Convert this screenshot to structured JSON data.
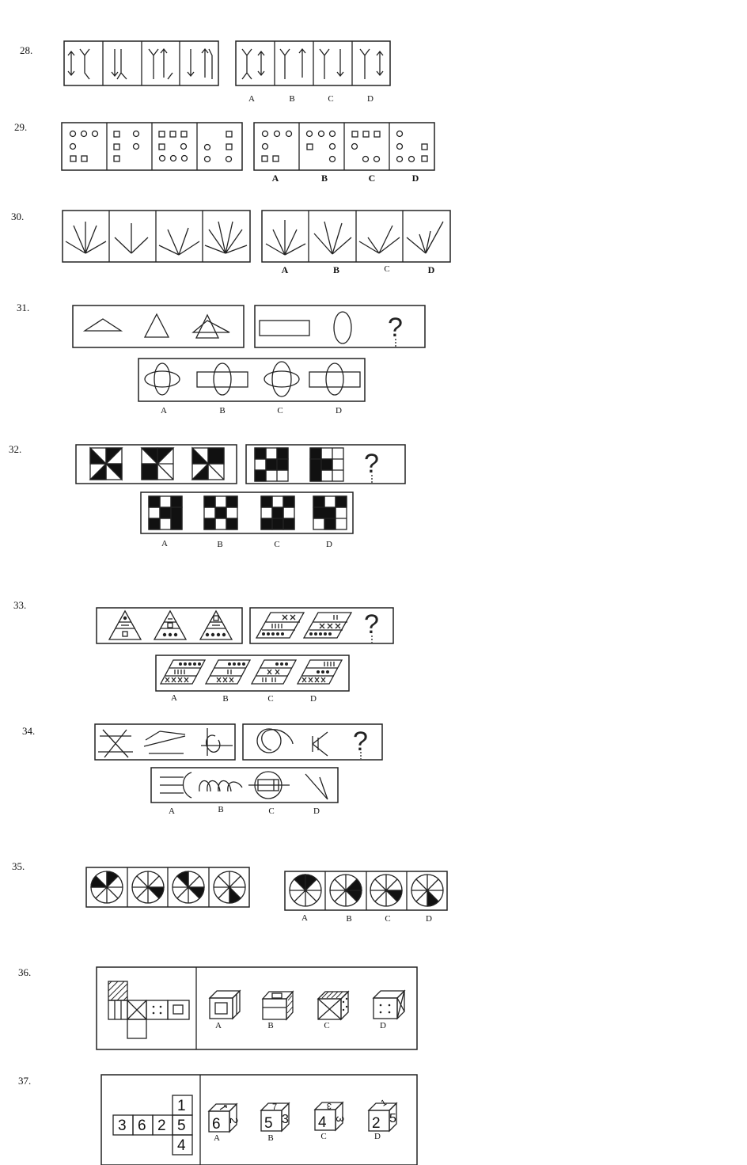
{
  "questions": [
    {
      "number": "28.",
      "options": [
        "A",
        "B",
        "C",
        "D"
      ]
    },
    {
      "number": "29.",
      "options": [
        "A",
        "B",
        "C",
        "D"
      ]
    },
    {
      "number": "30.",
      "options": [
        "A",
        "B",
        "C",
        "D"
      ]
    },
    {
      "number": "31.",
      "options": [
        "A",
        "B",
        "C",
        "D"
      ],
      "unknown": "?"
    },
    {
      "number": "32.",
      "options": [
        "A",
        "B",
        "C",
        "D"
      ],
      "unknown": "?"
    },
    {
      "number": "33.",
      "options": [
        "A",
        "B",
        "C",
        "D"
      ],
      "unknown": "?"
    },
    {
      "number": "34.",
      "options": [
        "A",
        "B",
        "C",
        "D"
      ],
      "unknown": "?"
    },
    {
      "number": "35.",
      "options": [
        "A",
        "B",
        "C",
        "D"
      ]
    },
    {
      "number": "36.",
      "options": [
        "A",
        "B",
        "C",
        "D"
      ]
    },
    {
      "number": "37.",
      "options": [
        "A",
        "B",
        "C",
        "D"
      ],
      "net_faces": [
        "3",
        "6",
        "2",
        "5",
        "1",
        "4"
      ],
      "cube_faces": [
        [
          "6",
          "2"
        ],
        [
          "5",
          "3",
          "7"
        ],
        [
          "4",
          "3",
          "3"
        ],
        [
          "2",
          "5",
          "1"
        ]
      ]
    }
  ]
}
